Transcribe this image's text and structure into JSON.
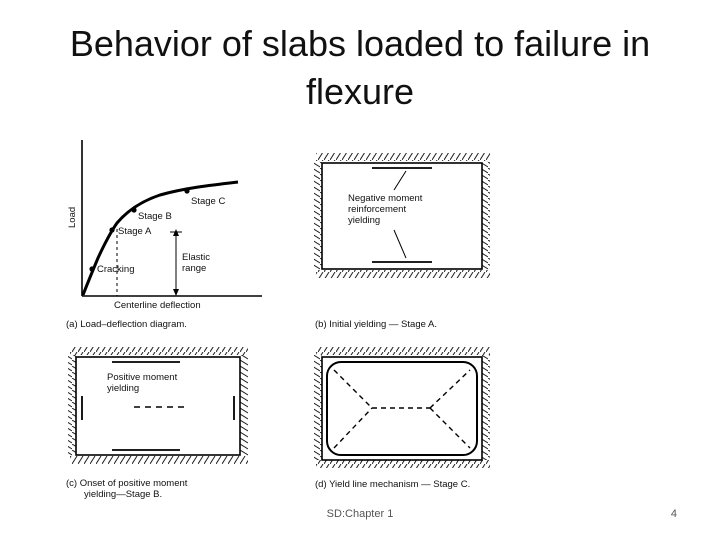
{
  "slide": {
    "title_line1": "Behavior of slabs loaded to failure in",
    "title_line2": "flexure",
    "footer": "SD:Chapter 1",
    "page_number": "4"
  },
  "panel_a": {
    "y_axis_label": "Load",
    "x_axis_label": "Centerline deflection",
    "stage_c": "Stage C",
    "stage_b": "Stage B",
    "stage_a": "Stage A",
    "cracking": "Cracking",
    "elastic_line1": "Elastic",
    "elastic_line2": "range",
    "caption": "(a)  Load–deflection diagram."
  },
  "panel_b": {
    "label_line1": "Negative moment",
    "label_line2": "reinforcement",
    "label_line3": "yielding",
    "caption": "(b)  Initial yielding — Stage A."
  },
  "panel_c": {
    "label_line1": "Positive moment",
    "label_line2": "yielding",
    "caption_line1": "(c)  Onset of positive moment",
    "caption_line2": "yielding—Stage B."
  },
  "panel_d": {
    "caption": "(d)  Yield line mechanism — Stage C."
  }
}
